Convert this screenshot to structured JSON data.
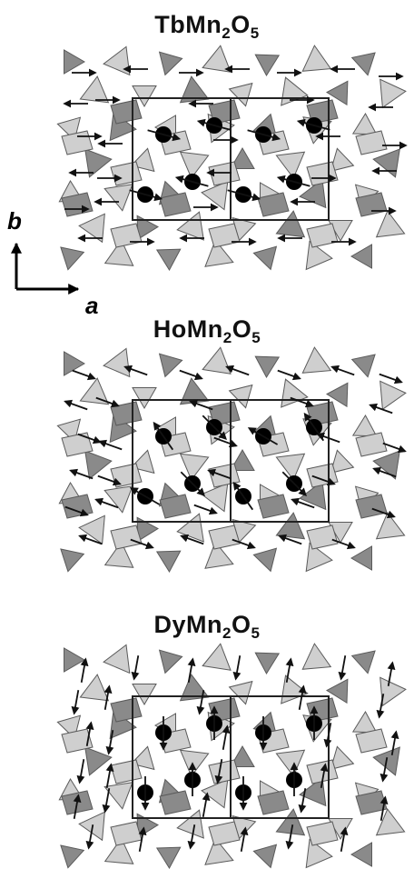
{
  "panels": [
    {
      "id": "tb",
      "title": {
        "prefix": "TbMn",
        "sub1": "2",
        "mid": "O",
        "sub2": "5"
      },
      "spin_direction": "a"
    },
    {
      "id": "ho",
      "title": {
        "prefix": "HoMn",
        "sub1": "2",
        "mid": "O",
        "sub2": "5"
      },
      "spin_direction": "diagonal"
    },
    {
      "id": "dy",
      "title": {
        "prefix": "DyMn",
        "sub1": "2",
        "mid": "O",
        "sub2": "5"
      },
      "spin_direction": "b"
    }
  ],
  "axes": {
    "b_label": "b",
    "a_label": "a"
  },
  "colors": {
    "light_polyhedron": "#cfcfcf",
    "dark_polyhedron": "#8a8a8a",
    "outline": "#5a5a5a",
    "cell": "#222222",
    "ion": "#000000"
  }
}
